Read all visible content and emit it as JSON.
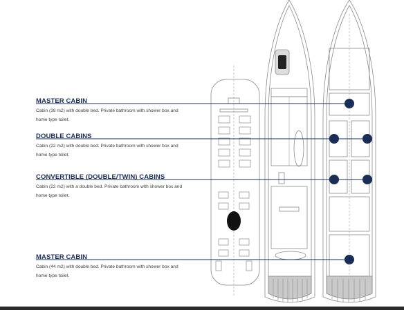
{
  "cabins": [
    {
      "title": "MASTER CABIN",
      "description": "Cabin (38 m2) with double bed. Private bathroom with shower box and home type toilet."
    },
    {
      "title": "DOUBLE CABINS",
      "description": "Cabin (22 m2) with double bed. Private bathroom with shower box and home type toilet."
    },
    {
      "title": "CONVERTIBLE (DOUBLE/TWIN) CABINS",
      "description": "Cabin (22 m2) with a double bed. Private bathroom with shower box and home type toilet."
    },
    {
      "title": "MASTER CABIN",
      "description": "Cabin (44 m2) with double bed. Private bathroom with shower box and home type toilet."
    }
  ],
  "colors": {
    "accent": "#1a2d57",
    "marker": "#1a2d57",
    "line_art": "#8a8a8a"
  }
}
